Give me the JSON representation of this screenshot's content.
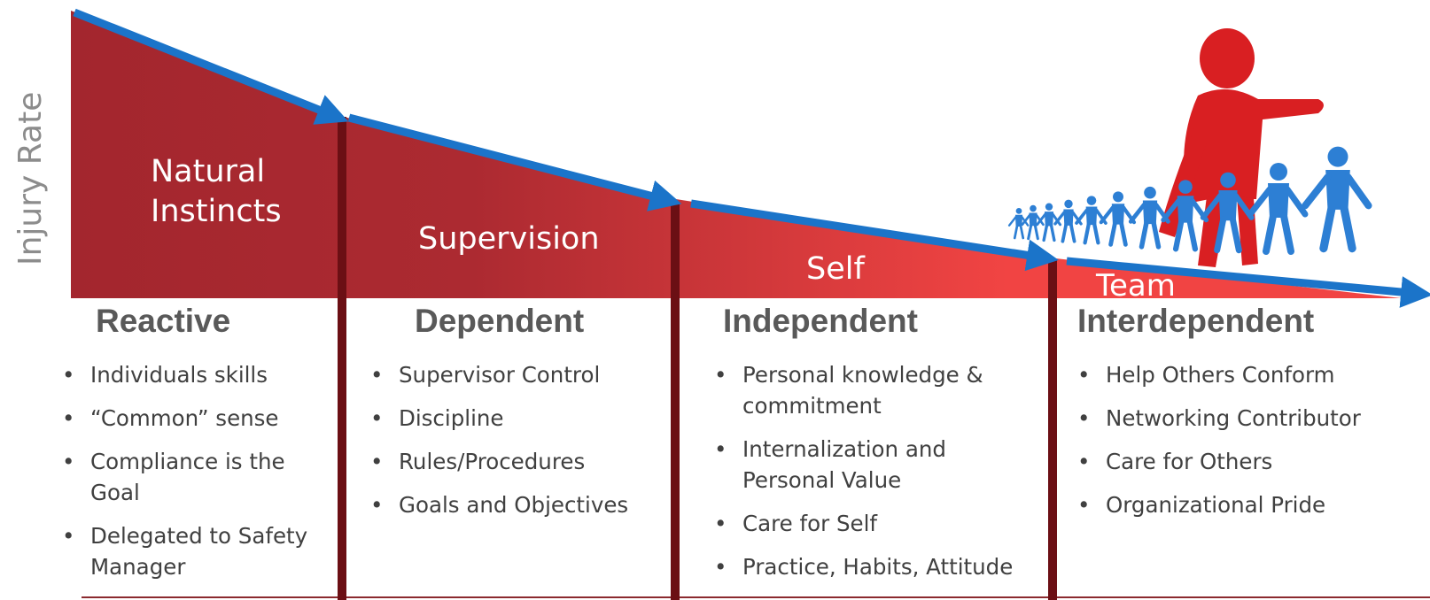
{
  "axis": {
    "y_label": "Injury Rate"
  },
  "stages": [
    {
      "zone": [
        "Natural",
        "Instincts"
      ],
      "heading": "Reactive",
      "bullets": [
        [
          "Individuals skills"
        ],
        [
          "“Common” sense"
        ],
        [
          "Compliance is the",
          "Goal"
        ],
        [
          "Delegated to Safety",
          "Manager"
        ]
      ]
    },
    {
      "zone": [
        "Supervision"
      ],
      "heading": "Dependent",
      "bullets": [
        [
          "Supervisor Control"
        ],
        [
          "Discipline"
        ],
        [
          "Rules/Procedures"
        ],
        [
          "Goals and Objectives"
        ]
      ]
    },
    {
      "zone": [
        "Self"
      ],
      "heading": "Independent",
      "bullets": [
        [
          "Personal knowledge &",
          "commitment"
        ],
        [
          "Internalization and",
          "Personal Value"
        ],
        [
          "Care for Self"
        ],
        [
          "Practice, Habits, Attitude"
        ]
      ]
    },
    {
      "zone": [
        "Team"
      ],
      "heading": "Interdependent",
      "bullets": [
        [
          "Help Others Conform"
        ],
        [
          "Networking Contributor"
        ],
        [
          "Care for Others"
        ],
        [
          "Organizational Pride"
        ]
      ]
    }
  ],
  "colors": {
    "area_dark": "#a3262e",
    "area_light": "#f14443",
    "trend_arrow": "#1b74c9",
    "divider": "#6b0f14",
    "leader_figure": "#d91f22",
    "team_figure": "#2d7fd4",
    "baseline": "#8b2a2f"
  },
  "illustration": {
    "leader": "red-leader-figure",
    "team": "blue-team-figures-holding-hands"
  }
}
